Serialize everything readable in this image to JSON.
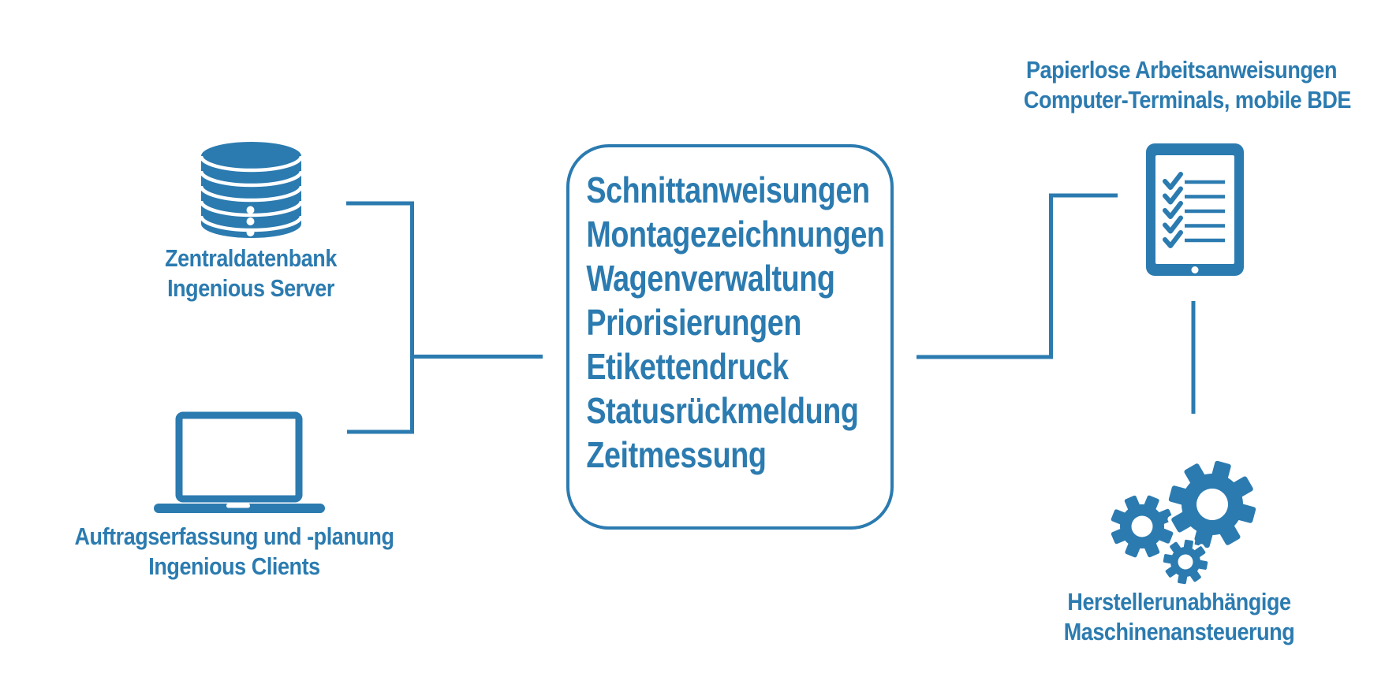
{
  "colors": {
    "accent": "#2b7bb0",
    "background": "#ffffff"
  },
  "nodes": {
    "server": {
      "icon": "database-icon",
      "label_line1": "Zentraldatenbank",
      "label_line2": "Ingenious Server"
    },
    "clients": {
      "icon": "laptop-icon",
      "label_line1": "Auftragserfassung und -planung",
      "label_line2": "Ingenious Clients"
    },
    "terminals": {
      "icon": "tablet-checklist-icon",
      "label_line1": "Papierlose Arbeitsanweisungen",
      "label_line2": "Computer-Terminals, mobile BDE"
    },
    "machines": {
      "icon": "gears-icon",
      "label_line1": "Herstellerunabhängige",
      "label_line2": "Maschinenansteuerung"
    }
  },
  "process_box": {
    "items": [
      "Schnittanweisungen",
      "Montagezeichnungen",
      "Wagenverwaltung",
      "Priorisierungen",
      "Etikettendruck",
      "Statusrückmeldung",
      "Zeitmessung"
    ]
  }
}
